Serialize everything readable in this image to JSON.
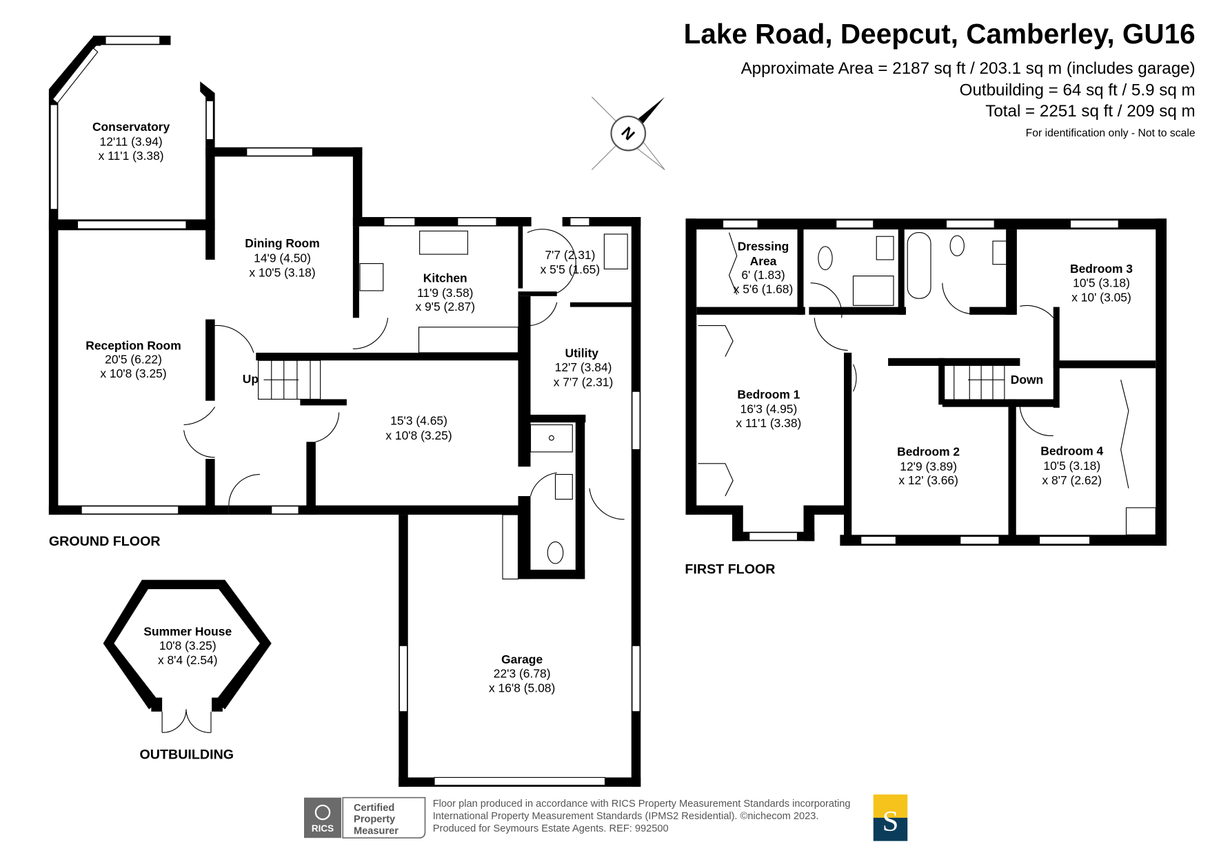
{
  "header": {
    "title": "Lake Road, Deepcut, Camberley, GU16",
    "approx_area": "Approximate Area = 2187 sq ft / 203.1 sq m (includes garage)",
    "outbuilding_area": "Outbuilding = 64 sq ft / 5.9 sq m",
    "total_area": "Total = 2251 sq ft / 209 sq m",
    "disclaimer": "For identification only - Not to scale"
  },
  "compass": {
    "label": "N",
    "icon": "north-arrow-icon"
  },
  "ground_floor": {
    "label": "GROUND FLOOR",
    "rooms": [
      {
        "name": "Conservatory",
        "dim1": "12'11 (3.94)",
        "dim2": "x 11'1 (3.38)"
      },
      {
        "name": "Dining Room",
        "dim1": "14'9 (4.50)",
        "dim2": "x 10'5 (3.18)"
      },
      {
        "name": "Kitchen",
        "dim1": "11'9 (3.58)",
        "dim2": "x 9'5 (2.87)"
      },
      {
        "name": "",
        "dim1": "7'7 (2.31)",
        "dim2": "x 5'5 (1.65)"
      },
      {
        "name": "Reception Room",
        "dim1": "20'5 (6.22)",
        "dim2": "x 10'8 (3.25)"
      },
      {
        "name": "Utility",
        "dim1": "12'7 (3.84)",
        "dim2": "x 7'7 (2.31)"
      },
      {
        "name": "",
        "dim1": "15'3 (4.65)",
        "dim2": "x 10'8 (3.25)"
      },
      {
        "name": "Garage",
        "dim1": "22'3 (6.78)",
        "dim2": "x 16'8 (5.08)"
      }
    ],
    "stairs_label": "Up"
  },
  "outbuilding": {
    "label": "OUTBUILDING",
    "rooms": [
      {
        "name": "Summer House",
        "dim1": "10'8 (3.25)",
        "dim2": "x 8'4 (2.54)"
      }
    ]
  },
  "first_floor": {
    "label": "FIRST FLOOR",
    "rooms": [
      {
        "name": "Dressing",
        "name2": "Area",
        "dim1": "6' (1.83)",
        "dim2": "x 5'6 (1.68)"
      },
      {
        "name": "Bedroom 3",
        "dim1": "10'5 (3.18)",
        "dim2": "x 10' (3.05)"
      },
      {
        "name": "Bedroom 1",
        "dim1": "16'3 (4.95)",
        "dim2": "x 11'1 (3.38)"
      },
      {
        "name": "Bedroom 2",
        "dim1": "12'9 (3.89)",
        "dim2": "x 12' (3.66)"
      },
      {
        "name": "Bedroom 4",
        "dim1": "10'5 (3.18)",
        "dim2": "x 8'7 (2.62)"
      }
    ],
    "stairs_label": "Down"
  },
  "footer": {
    "rics_logo": "RICS",
    "certified": [
      "Certified",
      "Property",
      "Measurer"
    ],
    "lines": [
      "Floor plan produced in accordance with RICS Property Measurement Standards incorporating",
      "International Property Measurement Standards (IPMS2 Residential).   ©nichecom 2023.",
      "Produced for Seymours Estate Agents.   REF:  992500"
    ],
    "agent_logo_letter": "S",
    "colors": {
      "agent_yellow": "#F5C31C",
      "agent_navy": "#0B3D5B",
      "rics_grey": "#6b6b6b"
    }
  }
}
